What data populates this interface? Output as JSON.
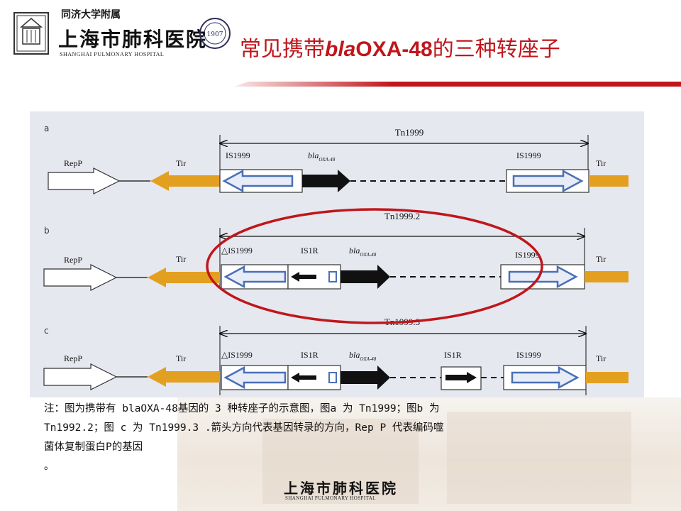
{
  "header": {
    "affiliation": "同济大学附属",
    "hospital_name": "上海市肺科医院",
    "hospital_name_en": "SHANGHAI PULMONARY HOSPITAL",
    "title_part1": "常见携带",
    "title_italic": "bla",
    "title_bold": "OXA-48",
    "title_part2": "的三种转座子"
  },
  "figure": {
    "panels": [
      {
        "letter": "a",
        "transposon": "Tn1999",
        "repp": "RepP",
        "tir_left": "Tir",
        "tir_right": "Tir",
        "is_left": "IS1999",
        "is_right": "IS1999",
        "bla": "bla",
        "bla_sub": "OXA-48"
      },
      {
        "letter": "b",
        "transposon": "Tn1999.2",
        "repp": "RepP",
        "tir_left": "Tir",
        "tir_right": "Tir",
        "is_left": "△IS1999",
        "is_mid": "IS1R",
        "is_right": "IS1999",
        "bla": "bla",
        "bla_sub": "OXA-48"
      },
      {
        "letter": "c",
        "transposon": "Tn1999.3",
        "repp": "RepP",
        "tir_left": "Tir",
        "tir_right": "Tir",
        "is_left": "△IS1999",
        "is_mid": "IS1R",
        "is_mid2": "IS1R",
        "is_right": "IS1999",
        "bla": "bla",
        "bla_sub": "OXA-48"
      }
    ],
    "colors": {
      "tir": "#e3a020",
      "is_arrow": "#4a6fb5",
      "highlight": "#c0161b",
      "panel_bg": "#e6e8f0"
    }
  },
  "note": {
    "line1": "注：图为携带有 blaOXA-48基因的 3 种转座子的示意图，图a 为 Tn1999；图b 为",
    "line2": "Tn1992.2；图 c 为 Tn1999.3 .箭头方向代表基因转录的方向，Rep P 代表编码噬",
    "line3": "菌体复制蛋白P的基因",
    "line4": "。"
  },
  "footer": {
    "hospital_name": "上海市肺科医院",
    "hospital_name_en": "SHANGHAI PULMONARY HOSPITAL"
  }
}
